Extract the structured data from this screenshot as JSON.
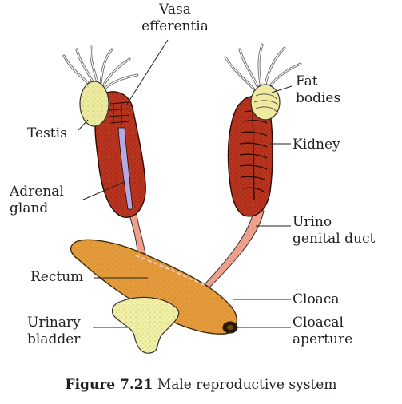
{
  "labels": {
    "vasa_efferentia": "Vasa\nefferentia",
    "fat_bodies": "Fat\nbodies",
    "testis": "Testis",
    "kidney": "Kidney",
    "adrenal_gland": "Adrenal\ngland",
    "urino_genital_duct": "Urino\ngenital duct",
    "rectum": "Rectum",
    "cloaca": "Cloaca",
    "urinary_bladder": "Urinary\nbladder",
    "cloacal_aperture": "Cloacal\naperture"
  },
  "caption": {
    "prefix": "Figure 7.21",
    "text": "Male reproductive system"
  },
  "colors": {
    "kidney": "#b8341f",
    "kidney_dark": "#6e1a0f",
    "testis": "#eeeaa0",
    "adrenal": "#b3a8e0",
    "rectum": "#e39a3a",
    "bladder": "#f2efa6",
    "duct": "#f0a08a",
    "label_text": "#231f20"
  }
}
